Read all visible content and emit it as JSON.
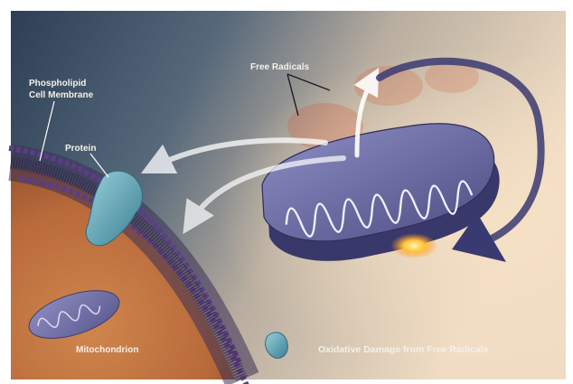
{
  "labels": {
    "free_radicals": "Free Radicals",
    "membrane_line1": "Phospholipid",
    "membrane_line2": "Cell Membrane",
    "protein": "Protein",
    "mitochondrion": "Mitochondrion",
    "caption": "Oxidative Damage from Free Radicals"
  },
  "colors": {
    "sky_dark": "#33465c",
    "sky_light": "#e9d6bd",
    "cytoplasm": "#c2743e",
    "membrane_bead": "#5b3d86",
    "protein": "#5fa7b8",
    "mito_body": "#6d6fa6",
    "arrow": "#ffffff",
    "radical": "#d8502a",
    "damage_glow": "#ffd24a"
  }
}
